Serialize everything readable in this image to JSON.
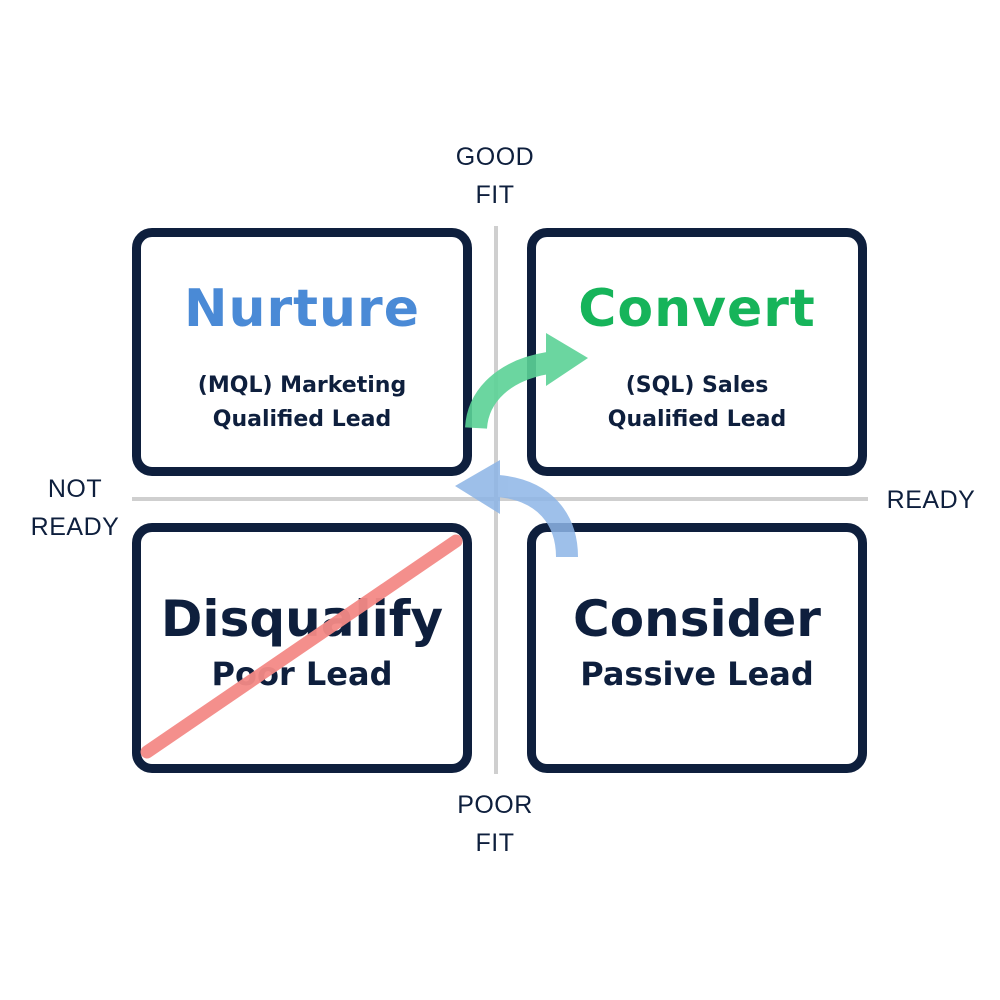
{
  "axes": {
    "top": [
      "GOOD",
      "FIT"
    ],
    "bottom": [
      "POOR",
      "FIT"
    ],
    "left": [
      "NOT",
      "READY"
    ],
    "right": [
      "READY"
    ]
  },
  "quadrants": {
    "nurture": {
      "title": "Nurture",
      "subtitle": [
        "(MQL) Marketing",
        "Qualified Lead"
      ]
    },
    "convert": {
      "title": "Convert",
      "subtitle": [
        "(SQL) Sales",
        "Qualified Lead"
      ]
    },
    "disqualify": {
      "title": "Disqualify",
      "subtitle": "Poor Lead"
    },
    "consider": {
      "title": "Consider",
      "subtitle": "Passive Lead"
    }
  },
  "colors": {
    "navy": "#0e1f3d",
    "nurture_blue": "#4a8ad6",
    "convert_green": "#16b45a",
    "arrow_green": "#5bd296",
    "arrow_blue": "#8db5e6",
    "strike_red": "#f48a86",
    "axis_gray": "#cfcfcf"
  },
  "icons": {
    "arrow_nurture_to_convert": "curved-arrow-right-icon",
    "arrow_consider_to_nurture": "curved-arrow-left-icon",
    "disqualify_strike": "strikethrough-line"
  }
}
